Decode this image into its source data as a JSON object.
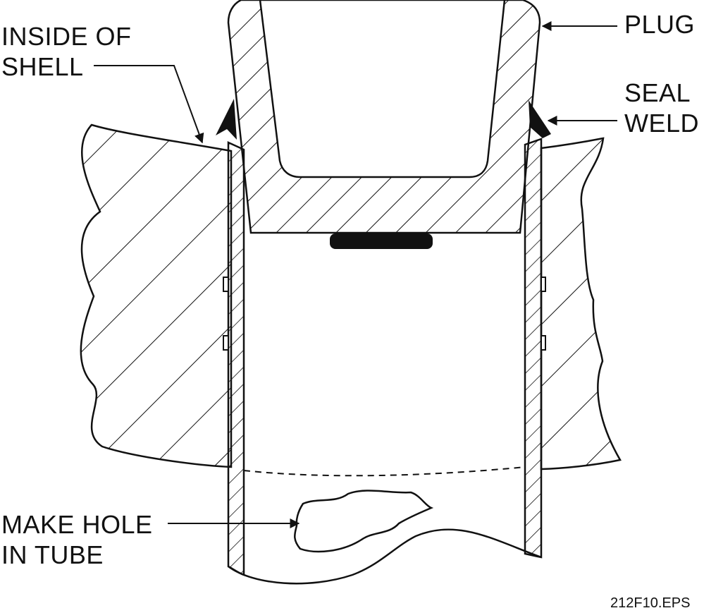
{
  "labels": {
    "inside_of_shell": [
      "INSIDE OF",
      "SHELL"
    ],
    "plug": "PLUG",
    "seal_weld": [
      "SEAL",
      "WELD"
    ],
    "make_hole": [
      "MAKE HOLE",
      "IN TUBE"
    ],
    "file_name": "212F10.EPS"
  },
  "colors": {
    "ink": "#111111",
    "background": "#ffffff"
  }
}
